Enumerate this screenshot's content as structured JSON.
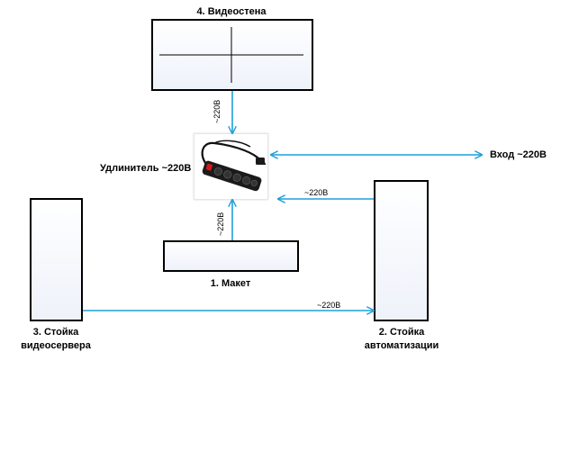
{
  "nodes": {
    "videowall": {
      "label": "4. Видеостена"
    },
    "maket": {
      "label": "1. Макет"
    },
    "automation_rack": {
      "label_line1": "2. Стойка",
      "label_line2": "автоматизации"
    },
    "videoserver_rack": {
      "label_line1": "3. Стойка",
      "label_line2": "видеосервера"
    },
    "extension_cord": {
      "label": "Удлинитель ~220В"
    },
    "input": {
      "label": "Вход ~220В"
    }
  },
  "edges": {
    "to_videowall": "~220В",
    "to_maket": "~220В",
    "from_automation": "~220В",
    "server_to_automation": "~220В"
  },
  "colors": {
    "arrow": "#1f9fd8",
    "box_border": "#000000",
    "box_fill_top": "#ffffff",
    "box_fill_bottom": "#eef2fa"
  }
}
